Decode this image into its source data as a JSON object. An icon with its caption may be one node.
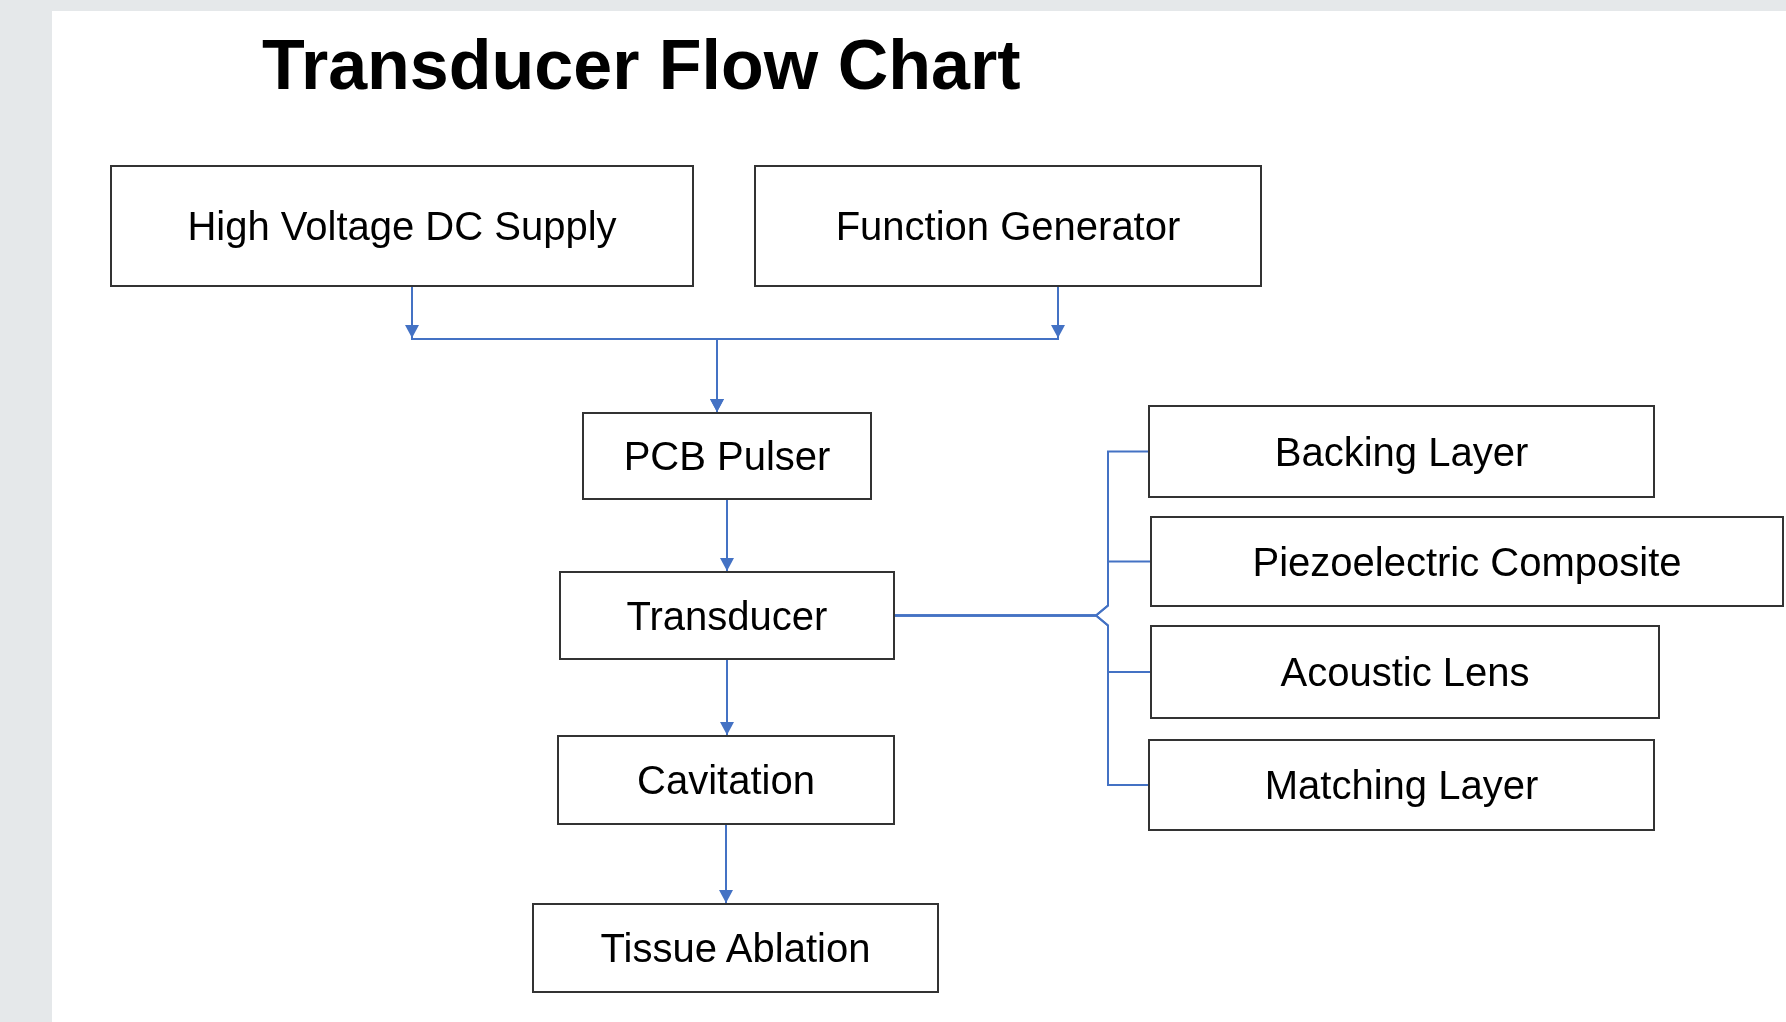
{
  "diagram": {
    "title": "Transducer Flow Chart",
    "nodes": [
      {
        "text": [
          "High Voltage DC Supply"
        ]
      },
      {
        "text": [
          "Function Generator"
        ]
      },
      {
        "text": [
          "PCB Pulser"
        ]
      },
      {
        "text": [
          "Transducer"
        ]
      },
      {
        "text": [
          "Cavitation"
        ]
      },
      {
        "text": [
          "Tissue Ablation"
        ]
      },
      {
        "text": [
          "Backing Layer"
        ]
      },
      {
        "text": [
          "Piezoelectric Composite"
        ]
      },
      {
        "text": [
          "Acoustic Lens"
        ]
      },
      {
        "text": [
          "Matching Layer"
        ]
      }
    ],
    "edges": [
      {
        "from": 0,
        "to": 2,
        "arrow": "to"
      },
      {
        "from": 1,
        "to": 2,
        "arrow": "to"
      },
      {
        "from": 2,
        "to": 3,
        "arrow": "to"
      },
      {
        "from": 3,
        "to": 4,
        "arrow": "to"
      },
      {
        "from": 4,
        "to": 5,
        "arrow": "to"
      },
      {
        "from": 3,
        "to": 6,
        "arrow": "none"
      },
      {
        "from": 3,
        "to": 7,
        "arrow": "none"
      },
      {
        "from": 3,
        "to": 8,
        "arrow": "none"
      },
      {
        "from": 3,
        "to": 9,
        "arrow": "none"
      }
    ]
  }
}
